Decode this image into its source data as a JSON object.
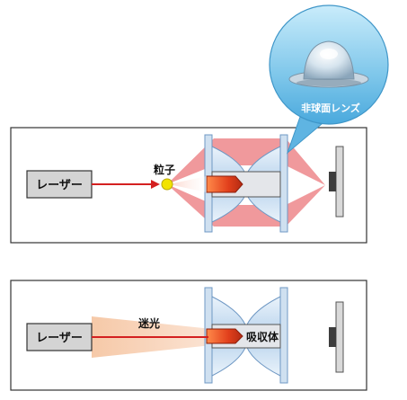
{
  "panel_top": {
    "laser_label": "レーザー",
    "particle_label": "粒子",
    "lens_callout_label": "非球面レンズ"
  },
  "panel_bottom": {
    "laser_label": "レーザー",
    "stray_light_label": "迷光",
    "absorber_label": "吸収体"
  },
  "colors": {
    "laser_beam": "#d42020",
    "scatter_light": "#e8484c",
    "stray_light": "#f2b89a",
    "particle": "#f2e300",
    "lens_body": "#c8dcef",
    "lens_edge": "#6f98c4",
    "callout_bubble": "#7fc7ea",
    "absorber": "#d8361c",
    "detector": "#3d3d3d"
  },
  "icons": {
    "particle": "particle-dot-icon",
    "detector": "detector-block-icon",
    "lens_photo": "aspheric-lens-icon"
  }
}
